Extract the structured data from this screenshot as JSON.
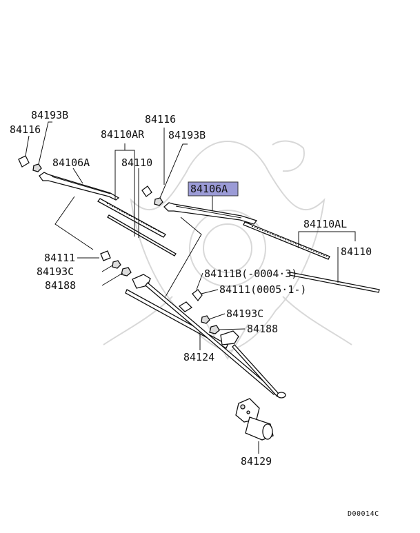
{
  "diagram": {
    "highlight_color": "#9b9bd6",
    "labels": {
      "l_84193B_left": "84193B",
      "l_84116_left": "84116",
      "l_84106A_left": "84106A",
      "l_84110AR": "84110AR",
      "l_84110_left": "84110",
      "l_84116_mid": "84116",
      "l_84193B_mid": "84193B",
      "l_84106A_hl": "84106A",
      "l_84110AL": "84110AL",
      "l_84110_right": "84110",
      "l_84111_left": "84111",
      "l_84193C_left": "84193C",
      "l_84188_left": "84188",
      "l_84111B": "84111B(-0004·3)",
      "l_84111_right": "84111(0005·1-)",
      "l_84193C_right": "84193C",
      "l_84188_right": "84188",
      "l_84124": "84124",
      "l_84129": "84129"
    },
    "diagram_code": "D00014C"
  }
}
